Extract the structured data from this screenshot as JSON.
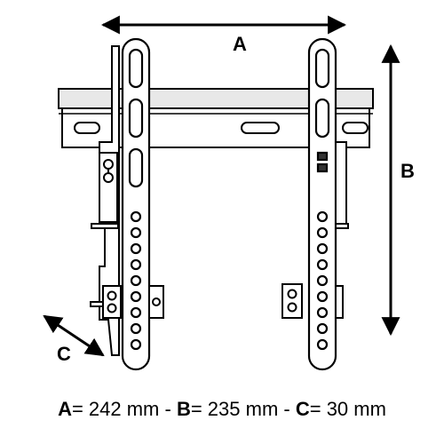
{
  "labels": {
    "a": "A",
    "b": "B",
    "c": "C"
  },
  "caption": {
    "a_key": "A",
    "a_value": "= 242 mm",
    "sep1": " - ",
    "b_key": "B",
    "b_value": "= 235 mm",
    "sep2": " - ",
    "c_key": "C",
    "c_value": "= 30 mm"
  },
  "colors": {
    "line": "#000000",
    "fill": "#ffffff",
    "shade": "#dddddd"
  }
}
